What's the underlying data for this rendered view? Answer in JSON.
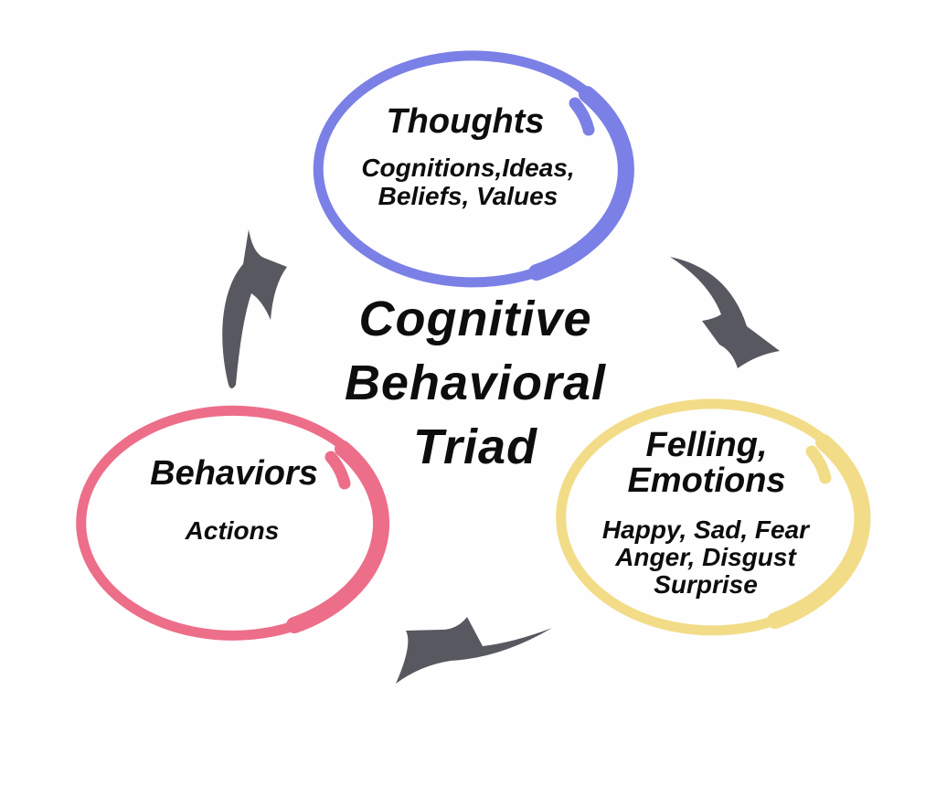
{
  "diagram": {
    "center_title": {
      "lines": [
        "Cognitive",
        "Behavioral",
        "Triad"
      ]
    },
    "nodes": {
      "thoughts": {
        "label": "Thoughts",
        "details": [
          "Cognitions,Ideas,",
          "Beliefs, Values"
        ],
        "circle_color": "#7b80e6"
      },
      "feelings": {
        "label_lines": [
          "Felling,",
          "Emotions"
        ],
        "details": [
          "Happy, Sad, Fear",
          "Anger, Disgust",
          "Surprise"
        ],
        "circle_color": "#f2dc88"
      },
      "behaviors": {
        "label": "Behaviors",
        "details": [
          "Actions"
        ],
        "circle_color": "#ed6e89"
      }
    },
    "arrow_color": "#585861",
    "text_color": "#0d0d0d",
    "background_color": "#fefefe"
  }
}
